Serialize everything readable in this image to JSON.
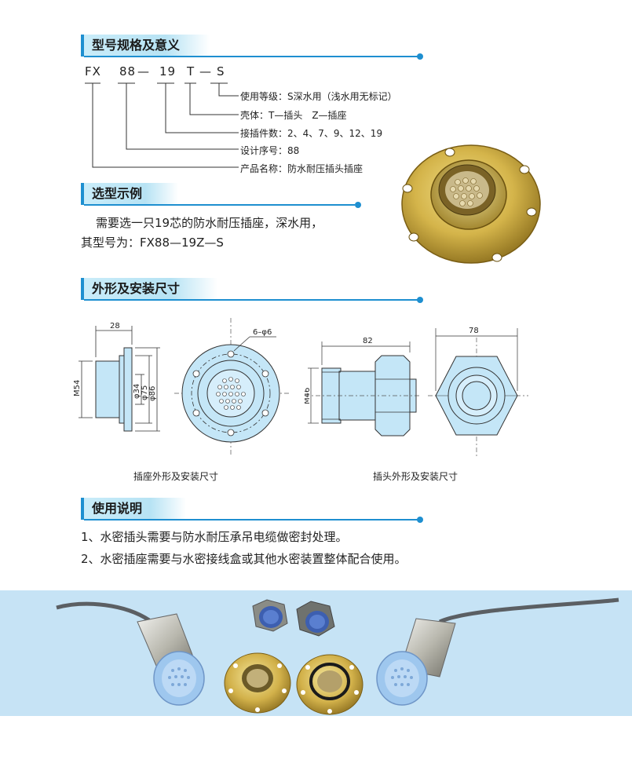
{
  "sections": {
    "model": "型号规格及意义",
    "example": "选型示例",
    "dimensions": "外形及安装尺寸",
    "usage": "使用说明"
  },
  "model_code": {
    "parts": [
      "FX",
      "88",
      "—",
      "19",
      "T",
      "—",
      "S"
    ]
  },
  "legend": [
    "使用等级：S深水用（浅水用无标记）",
    "壳体：T—插头　Z—插座",
    "接插件数：2、4、7、9、12、19",
    "设计序号：88",
    "产品名称：防水耐压插头插座"
  ],
  "example": {
    "line1": "需要选一只19芯的防水耐压插座，深水用，",
    "line2": "其型号为：FX88—19Z—S"
  },
  "drawings": {
    "socket_side": {
      "top": "28",
      "left": "M54",
      "d1": "φ34",
      "d2": "φ75",
      "d3": "φ86"
    },
    "socket_front": {
      "holes": "6–φ6"
    },
    "plug_side": {
      "top": "82",
      "left": "M46"
    },
    "plug_front": {
      "top": "78"
    }
  },
  "captions": {
    "socket": "插座外形及安装尺寸",
    "plug": "插头外形及安装尺寸"
  },
  "usage": [
    "1、水密插头需要与防水耐压承吊电缆做密封处理。",
    "2、水密插座需要与水密接线盒或其他水密装置整体配合使用。"
  ],
  "colors": {
    "accent": "#1e8fd0",
    "tab": "#c9ecf9",
    "drawing_fill": "#c4e6f7",
    "band": "#c6e3f5",
    "brass": "#d4b44a"
  }
}
